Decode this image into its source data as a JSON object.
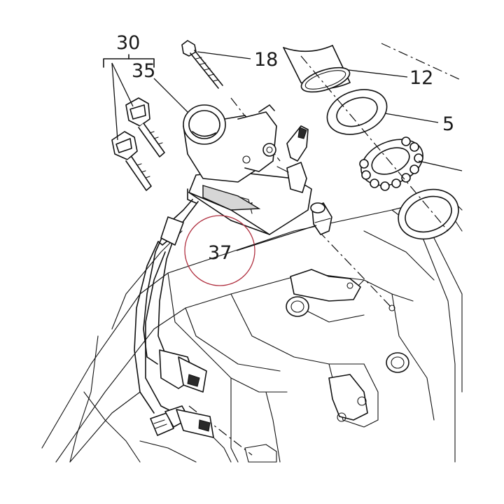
{
  "diagram": {
    "callouts": [
      {
        "id": "30",
        "text": "30"
      },
      {
        "id": "35",
        "text": "35"
      },
      {
        "id": "18",
        "text": "18"
      },
      {
        "id": "12",
        "text": "12"
      },
      {
        "id": "5",
        "text": "5"
      },
      {
        "id": "37",
        "text": "37"
      }
    ],
    "highlight_color": "#b03040",
    "line_color": "#111111"
  }
}
